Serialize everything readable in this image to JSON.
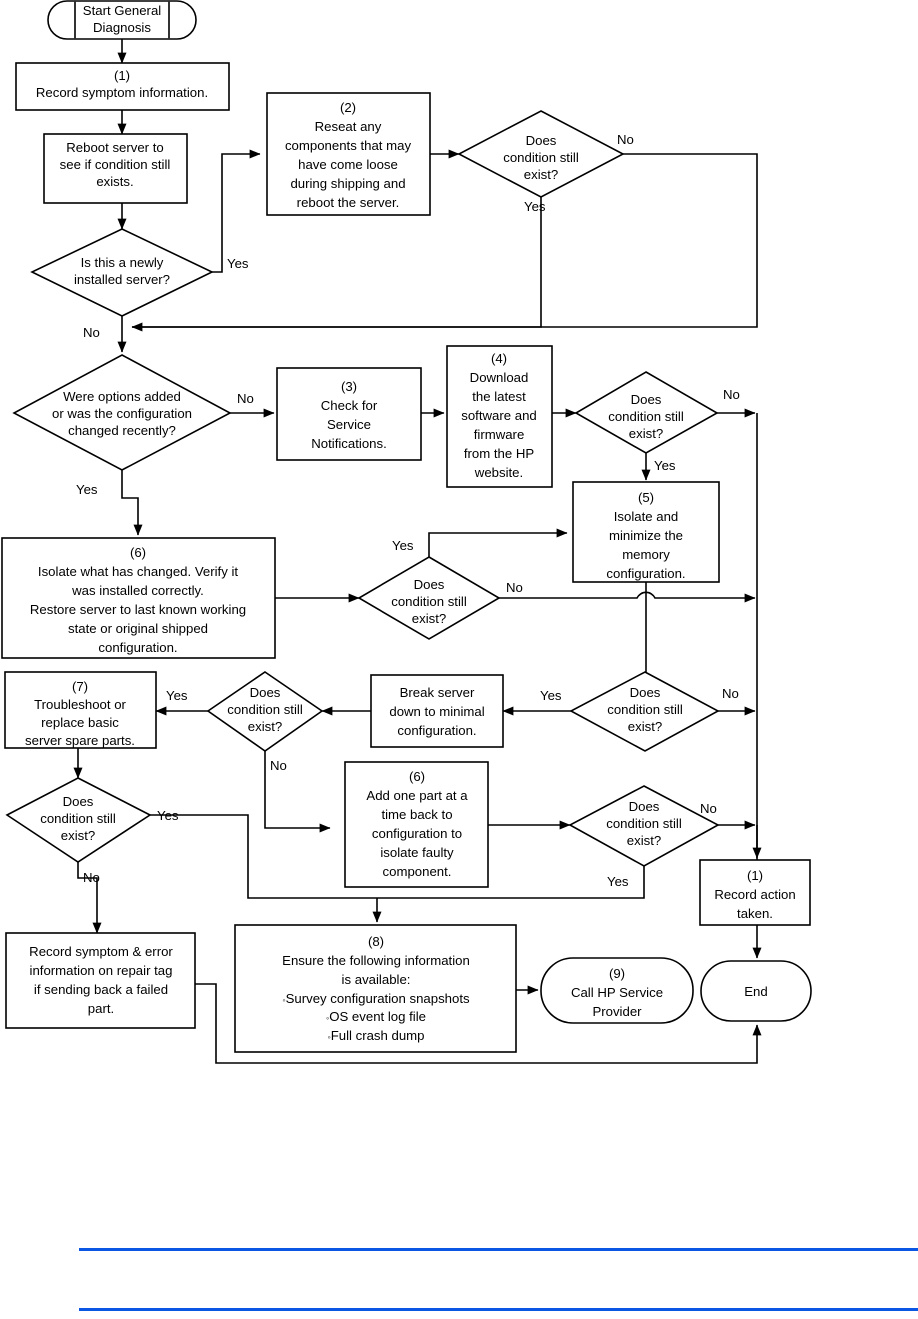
{
  "diagram": {
    "title": "Start General Diagnosis",
    "type": "flowchart",
    "orientation": "top-down",
    "accent_color": "#0B57E3",
    "line_color": "#000000",
    "fill_color": "#FFFFFF"
  },
  "nodes": {
    "start": {
      "shape": "stadium",
      "line1": "Start General",
      "line2": "Diagnosis"
    },
    "n1": {
      "shape": "process",
      "tag": "(1)",
      "line1": "Record symptom information."
    },
    "reboot": {
      "shape": "process",
      "line1": "Reboot server to",
      "line2": "see if condition still",
      "line3": "exists."
    },
    "d_newly": {
      "shape": "decision",
      "line1": "Is this a newly",
      "line2": "installed server?"
    },
    "n2": {
      "shape": "process",
      "tag": "(2)",
      "line1": "Reseat any",
      "line2": "components that may",
      "line3": "have come loose",
      "line4": "during shipping and",
      "line5": "reboot the server."
    },
    "d_cond_a": {
      "shape": "decision",
      "line1": "Does",
      "line2": "condition still",
      "line3": "exist?"
    },
    "d_options": {
      "shape": "decision",
      "line1": "Were options added",
      "line2": "or was the configuration",
      "line3": "changed recently?"
    },
    "n3": {
      "shape": "process",
      "tag": "(3)",
      "line1": "Check for",
      "line2": "Service",
      "line3": "Notifications."
    },
    "n4": {
      "shape": "process",
      "tag": "(4)",
      "line1": "Download",
      "line2": "the latest",
      "line3": "software and",
      "line4": "firmware",
      "line5": "from the HP",
      "line6": "website."
    },
    "d_cond_b": {
      "shape": "decision",
      "line1": "Does",
      "line2": "condition still",
      "line3": "exist?"
    },
    "n5": {
      "shape": "process",
      "tag": "(5)",
      "line1": "Isolate and",
      "line2": "minimize the",
      "line3": "memory",
      "line4": "configuration."
    },
    "n6a": {
      "shape": "process",
      "tag": "(6)",
      "line1": "Isolate what has changed. Verify it",
      "line2": "was installed correctly.",
      "line3": "Restore server to last known working",
      "line4": "state or original shipped",
      "line5": "configuration."
    },
    "d_cond_c": {
      "shape": "decision",
      "line1": "Does",
      "line2": "condition still",
      "line3": "exist?"
    },
    "d_cond_d": {
      "shape": "decision",
      "line1": "Does",
      "line2": "condition still",
      "line3": "exist?"
    },
    "n7": {
      "shape": "process",
      "tag": "(7)",
      "line1": "Troubleshoot or",
      "line2": "replace basic",
      "line3": "server spare parts."
    },
    "d_cond_e": {
      "shape": "decision",
      "line1": "Does",
      "line2": "condition still",
      "line3": "exist?"
    },
    "break_min": {
      "shape": "process",
      "line1": "Break server",
      "line2": "down to minimal",
      "line3": "configuration."
    },
    "d_cond_f": {
      "shape": "decision",
      "line1": "Does",
      "line2": "condition still",
      "line3": "exist?"
    },
    "n6b": {
      "shape": "process",
      "tag": "(6)",
      "line1": "Add one part at a",
      "line2": "time back to",
      "line3": "configuration to",
      "line4": "isolate faulty",
      "line5": "component."
    },
    "d_cond_g": {
      "shape": "decision",
      "line1": "Does",
      "line2": "condition still",
      "line3": "exist?"
    },
    "record_tag": {
      "shape": "process",
      "line1": "Record symptom & error",
      "line2": "information on repair tag",
      "line3": "if sending back a failed",
      "line4": "part."
    },
    "n8": {
      "shape": "process",
      "tag": "(8)",
      "line1": "Ensure the following information",
      "line2": "is available:",
      "line3": "Survey configuration snapshots",
      "line4": "OS event log file",
      "line5": "Full crash dump"
    },
    "n9": {
      "shape": "stadium",
      "tag": "(9)",
      "line1": "Call HP Service",
      "line2": "Provider"
    },
    "n1b": {
      "shape": "process",
      "tag": "(1)",
      "line1": "Record action",
      "line2": "taken."
    },
    "end": {
      "shape": "stadium",
      "line1": "End"
    }
  },
  "edge_labels": {
    "yes_newly": "Yes",
    "no_newly": "No",
    "no_cond_a": "No",
    "yes_cond_a": "Yes",
    "no_options": "No",
    "yes_options": "Yes",
    "no_cond_b": "No",
    "yes_cond_b": "Yes",
    "yes_cond_c": "Yes",
    "no_cond_c": "No",
    "yes_cond_d": "Yes",
    "no_cond_d": "No",
    "yes_cond_e": "Yes",
    "no_cond_e": "No",
    "yes_cond_f": "Yes",
    "no_cond_f": "No",
    "no_cond_g": "No",
    "yes_cond_g": "Yes"
  },
  "footer": {
    "rule_color": "#0B57E3",
    "rule_count": 2
  }
}
